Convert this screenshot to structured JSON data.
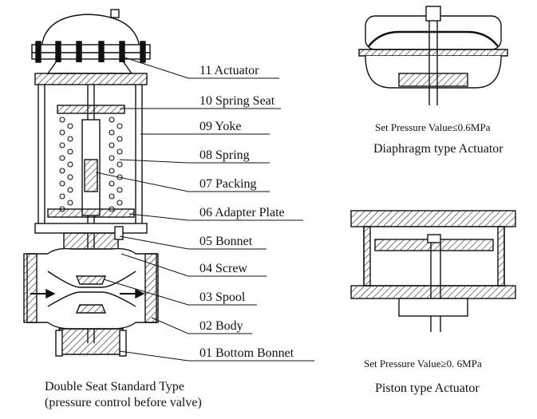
{
  "main_valve": {
    "caption_line1": "Double Seat Standard Type",
    "caption_line2": "(pressure control before valve)",
    "parts": [
      {
        "label": "11 Actuator"
      },
      {
        "label": "10 Spring Seat"
      },
      {
        "label": "09  Yoke"
      },
      {
        "label": "08  Spring"
      },
      {
        "label": "07 Packing"
      },
      {
        "label": "06 Adapter Plate"
      },
      {
        "label": "05 Bonnet"
      },
      {
        "label": "04 Screw"
      },
      {
        "label": "03 Spool"
      },
      {
        "label": "02 Body"
      },
      {
        "label": "01 Bottom Bonnet"
      }
    ]
  },
  "diaphragm_actuator": {
    "pressure_note": "Set Pressure Value≤0.6MPa",
    "caption": "Diaphragm type Actuator"
  },
  "piston_actuator": {
    "pressure_note": "Set Pressure Value≥0. 6MPa",
    "caption": "Piston type Actuator"
  }
}
